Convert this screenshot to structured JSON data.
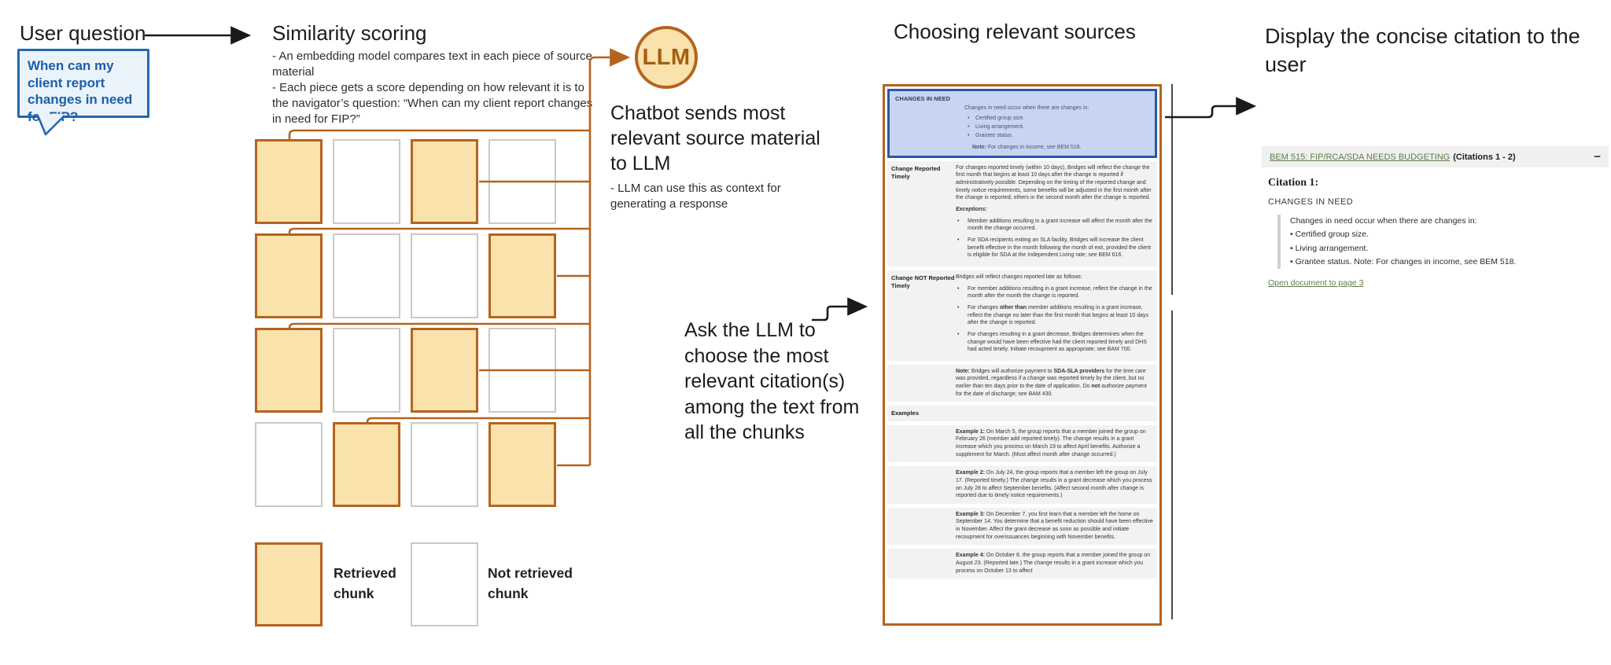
{
  "colors": {
    "accent-orange": "#B4641E",
    "chunk-fill": "#F9E2AB",
    "llm-text": "#A55E11",
    "bubble-border": "#2468AC",
    "bubble-fill": "#EAF2FA",
    "bubble-text": "#1C5FA9",
    "docblue-fill": "#C7D5F2",
    "docblue-border": "#2C57A7",
    "band-gray": "#F2F2F2",
    "header-gray": "#F0F0F0",
    "link-green": "#5E7C49"
  },
  "user_question": {
    "title": "User question",
    "bubble_text": "When can my client report changes in need for FIP?"
  },
  "similarity": {
    "title": "Similarity scoring",
    "bullets": [
      "- An embedding model compares text in each piece of source material",
      "- Each piece gets a score depending on how relevant it is to the navigator’s question: “When can my client report changes in need for FIP?”"
    ]
  },
  "llm": {
    "label": "LLM",
    "caption_title": "Chatbot sends most relevant source material to LLM",
    "caption_note": "- LLM can use this as context for generating a response"
  },
  "ask_llm": {
    "text": "Ask the LLM to choose the most relevant citation(s) among the text from all the chunks"
  },
  "choosing": {
    "title": "Choosing relevant sources"
  },
  "display": {
    "title": "Display the concise citation to the user"
  },
  "grid": {
    "rows": [
      [
        1,
        0,
        1,
        0
      ],
      [
        1,
        0,
        0,
        1
      ],
      [
        1,
        0,
        1,
        0
      ],
      [
        0,
        1,
        0,
        1
      ]
    ]
  },
  "legend": {
    "retrieved": "Retrieved chunk",
    "not_retrieved": "Not retrieved chunk"
  },
  "document": {
    "header": {
      "title": "CHANGES IN NEED",
      "intro": "Changes in need occur when there are changes in:",
      "bullets": [
        "Certified group size.",
        "Living arrangement.",
        "Grantee status."
      ],
      "note": "**Note:**  For changes in income, see BEM 518."
    },
    "bands": [
      {
        "label": "Change Reported Timely",
        "blocks": [
          {
            "type": "p",
            "text": "For changes reported timely (within 10 days), Bridges will reflect the change the first month that begins at least 10 days after the change is reported if administratively possible. Depending on the timing of the reported change and timely notice requirements, some benefits will be adjusted in the first month after the change is reported; others in the second month after the change is reported."
          },
          {
            "type": "em",
            "text": "Exceptions:"
          },
          {
            "type": "bullets",
            "items": [
              "Member additions resulting in a grant increase will affect the month after the month the change occurred.",
              "For SDA recipients exiting an SLA facility, Bridges will increase the client benefit effective in the month following the month of exit, provided the client is eligible for SDA at the Independent Living rate; see BEM 616."
            ]
          }
        ]
      },
      {
        "label": "Change NOT Reported Timely",
        "blocks": [
          {
            "type": "p",
            "text": "Bridges will reflect changes reported late as follows:"
          },
          {
            "type": "bullets",
            "items": [
              "For member additions resulting in a grant increase, reflect the change in the month after the month the change is reported.",
              "For changes **other than** member additions resulting in a grant increase, reflect the change no later than the first month that begins at least 10 days after the change is reported.",
              "For changes resulting in a grant decrease, Bridges determines when the change would have been effective had the client reported timely and DHS had acted timely. Initiate recoupment as appropriate; see BAM 700."
            ]
          }
        ]
      },
      {
        "label": "",
        "blocks": [
          {
            "type": "p",
            "text": "**Note:**  Bridges will authorize payment to **SDA-SLA providers** for the time care was provided, regardless if a change was reported timely by the client, but no earlier than ten days prior to the date of application. Do **not** authorize payment for the date of discharge; see BAM 430."
          }
        ]
      },
      {
        "label": "Examples",
        "blocks": []
      },
      {
        "label": "",
        "blocks": [
          {
            "type": "p",
            "text": "**Example 1:** On March 5, the group reports that a member joined the group on February 26 (member add reported timely). The change results in a grant increase which you process on March 19 to affect April benefits. Authorize a supplement for March. (Must affect month after change occurred.)"
          }
        ]
      },
      {
        "label": "",
        "blocks": [
          {
            "type": "p",
            "text": "**Example 2:** On July 24, the group reports that a member left the group on July 17. (Reported timely.) The change results in a grant decrease which you process on July 28 to affect September benefits. (Affect second month after change is reported due to timely notice requirements.)"
          }
        ]
      },
      {
        "label": "",
        "blocks": [
          {
            "type": "p",
            "text": "**Example 3:** On December 7, you first learn that a member left the home on September 14. You determine that a benefit reduction should have been effective in November. Affect the grant decrease as soon as possible and initiate recoupment for overissuances beginning with November benefits."
          }
        ]
      },
      {
        "label": "",
        "blocks": [
          {
            "type": "p",
            "text": "**Example 4:** On October 8, the group reports that a member joined the group on August 23. (Reported late.) The change results in a grant increase which you process on October 13 to affect"
          }
        ]
      }
    ]
  },
  "citation_panel": {
    "doc_link": "BEM 515: FIP/RCA/SDA NEEDS BUDGETING",
    "citations_label": "(Citations 1 - 2)",
    "collapse_glyph": "−",
    "citation_title": "Citation 1:",
    "citation_heading": "CHANGES IN NEED",
    "quote_lines": [
      "Changes in need occur when there are changes in:",
      "• Certified group size.",
      "• Living arrangement.",
      "• Grantee status. Note: For changes in income, see BEM 518."
    ],
    "open_link": "Open document to page 3"
  }
}
